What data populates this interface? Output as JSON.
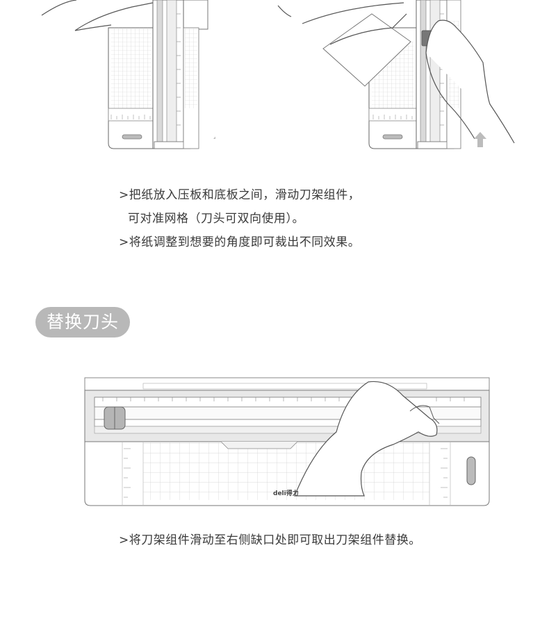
{
  "instructions": {
    "line1": ">把纸放入压板和底板之间，滑动刀架组件，",
    "line2": "可对准网格（刀头可双向使用）。",
    "line3": ">将纸调整到想要的角度即可裁出不同效果。"
  },
  "section": {
    "title": "替换刀头"
  },
  "trimmer": {
    "brand_logo": "deli得力"
  },
  "replace_instruction": ">将刀架组件滑动至右侧缺口处即可取出刀架组件替换。",
  "colors": {
    "pill_bg": "#b8b8b8",
    "line_art": "#555555",
    "arrow": "#bcbcbc"
  }
}
